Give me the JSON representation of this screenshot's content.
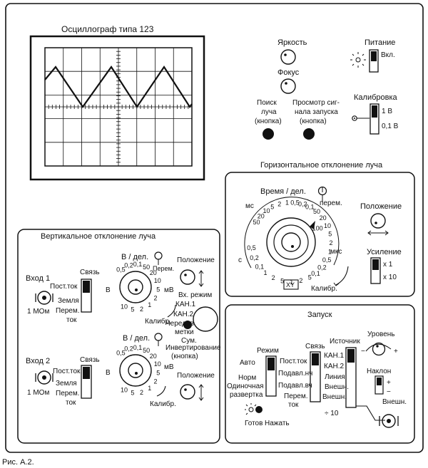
{
  "scope": {
    "title": "Осциллограф типа 123"
  },
  "top_right": {
    "brightness": "Яркость",
    "focus": "Фокус",
    "power": "Питание",
    "power_on": "Вкл.",
    "calibration": "Калибровка",
    "cal_1v": "1 В",
    "cal_01v": "0,1 В",
    "beam_find_1": "Поиск",
    "beam_find_2": "луча",
    "beam_find_3": "(кнопка)",
    "trig_view_1": "Просмотр сиг-",
    "trig_view_2": "нала запуска",
    "trig_view_3": "(кнопка)"
  },
  "horizontal": {
    "title": "Горизонтальное отклонение луча",
    "time_div": "Время / дел.",
    "var": "перем.",
    "ms": "мс",
    "us": "мкс",
    "s": "с",
    "position": "Положение",
    "gain": "Усиление",
    "x1": "x 1",
    "x10": "x 10",
    "xy": "XY",
    "calib": "Калибр.",
    "scale_ms_top": [
      "5",
      "2",
      "1",
      "0,5",
      "0,2",
      "0,1"
    ],
    "scale_left": [
      "50",
      "20",
      "10"
    ],
    "scale_s": [
      "0,5",
      "0,2",
      "0,1"
    ],
    "scale_bottom": [
      "1",
      "2",
      "5",
      "1",
      "2",
      "5"
    ],
    "scale_us": [
      "50",
      "20",
      "10",
      "5",
      "2",
      "1",
      "0,5",
      "0,2",
      "0,1"
    ],
    "scale_inner": [
      "100"
    ]
  },
  "vertical": {
    "title": "Вертикальное отклонение луча",
    "in1": "Вход 1",
    "in2": "Вход 2",
    "mohm": "1 МОм",
    "coupling": "Связь",
    "dc": "Пост.ток",
    "gnd": "Земля",
    "ac_1": "Перем.",
    "ac_2": "ток",
    "v_div": "В / дел.",
    "var": "Перем.",
    "v": "В",
    "mv": "мВ",
    "position": "Положение",
    "calib": "Калибр.",
    "vmode": "Вх. режим",
    "ch1": "КАН.1",
    "ch2": "КАН.2",
    "alt": "Чередов.",
    "marks": "метки",
    "sum": "Сум.",
    "invert_1": "Инвертирование",
    "invert_2": "(кнопка)",
    "scale": [
      "0,5",
      "0,2",
      "0,1",
      "50",
      "20",
      "10",
      "5",
      "2",
      "1",
      "2",
      "5",
      "10"
    ]
  },
  "trigger": {
    "title": "Запуск",
    "mode": "Режим",
    "auto": "Авто",
    "norm": "Норм",
    "single_1": "Одиночная",
    "single_2": "развертка",
    "ready": "Готов",
    "press": "Нажать",
    "coupling": "Связь",
    "dc": "Пост.ток",
    "lf": "Подавл.нч",
    "hf": "Подавл.вч",
    "ac_1": "Перем.",
    "ac_2": "ток",
    "source": "Источник",
    "ch1": "КАН.1",
    "ch2": "КАН.2",
    "line": "Линия",
    "ext": "Внешн.",
    "ext10_1": "Внешн.",
    "ext10_2": "÷ 10",
    "level": "Уровень",
    "slope": "Наклон",
    "plus": "+",
    "minus": "−",
    "ext_in": "Внешн."
  },
  "caption": "Рис. А.2."
}
